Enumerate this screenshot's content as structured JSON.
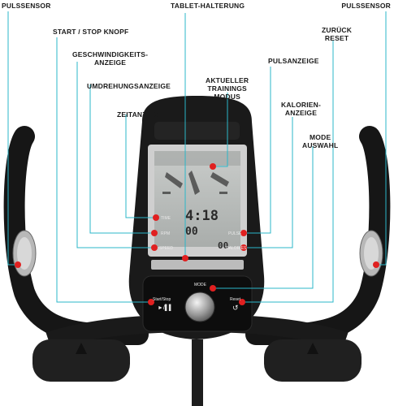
{
  "labels": {
    "pulse_sensor_left": "PULSSENSOR",
    "start_stop": "START / STOP KNOPF",
    "tablet_holder": "TABLET-HALTERUNG",
    "pulse_sensor_right": "PULSSENSOR",
    "back_reset": "ZURÜCK\nRESET",
    "speed_display": "GESCHWINDIGKEITS-\nANZEIGE",
    "pulse_display": "PULSANZEIGE",
    "rpm_display": "UMDREHUNGSANZEIGE",
    "current_mode": "AKTUELLER\nTRAININGS\nMODUS",
    "calorie_display": "KALORIEN-\nANZEIGE",
    "time_display": "ZEITANZEIGE",
    "mode_select": "MODE\nAUSWAHL"
  },
  "console": {
    "lcd_time": "4:18",
    "lcd_rpm": "00",
    "lcd_cal": "00",
    "key_time": "TIME",
    "key_rpm": "RPM",
    "key_speed": "SPEED",
    "key_pulse": "PULSE",
    "key_calories": "CALORIES",
    "btn_start": "Start/Stop",
    "btn_start_glyph": "►/▌▌",
    "btn_reset": "Reset",
    "btn_reset_glyph": "↺",
    "btn_mode": "MODE"
  },
  "colors": {
    "leader": "#2bb7c9",
    "marker": "#e02020",
    "frame": "#1c1c1c",
    "lcd": "#b9bdbb"
  }
}
